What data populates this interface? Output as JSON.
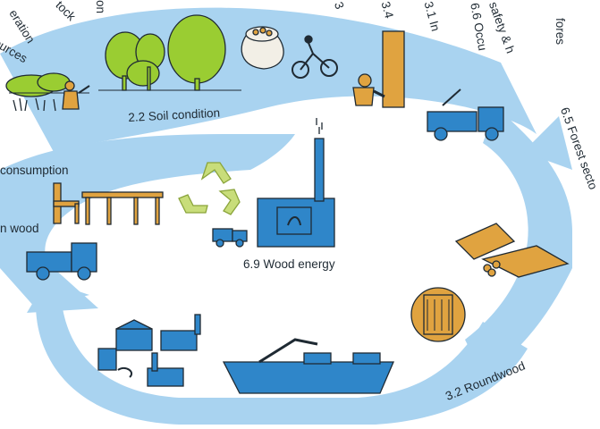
{
  "colors": {
    "band": "#a9d3f0",
    "band_dark": "#8cc2e6",
    "blue": "#2f86c9",
    "blue_dark": "#1f5e94",
    "tree_green": "#9acd32",
    "wood": "#e0a340",
    "recycle": "#c8dd7a",
    "ink": "#1f2a33"
  },
  "labels": {
    "top_left_1": "ources",
    "top_left_2": "eration",
    "top_left_3": "tock",
    "top_left_4": "on",
    "top_mid_1": "3",
    "top_mid_2": "3.4",
    "top_mid_3": "3.1 In",
    "top_right_1": "6.6 Occu",
    "top_right_2": "safety & h",
    "top_right_3": "fores",
    "soil": "2.2 Soil condition",
    "forest_sector": "6.5 Forest secto",
    "consumption": "consumption",
    "wood": "n wood",
    "wood_energy": "6.9 Wood energy",
    "roundwood": "3.2 Roundwood"
  },
  "icons": [
    "shrubs-icon",
    "forester-icon",
    "trees-icon",
    "sack-icon",
    "cyclist-icon",
    "logger-icon",
    "log-truck-icon",
    "chair-icon",
    "table-icon",
    "recycle-icon",
    "power-plant-icon",
    "small-truck-icon",
    "delivery-truck-icon",
    "log-pile-icon",
    "timber-cross-section-icon",
    "cargo-ship-icon",
    "factories-icon"
  ]
}
